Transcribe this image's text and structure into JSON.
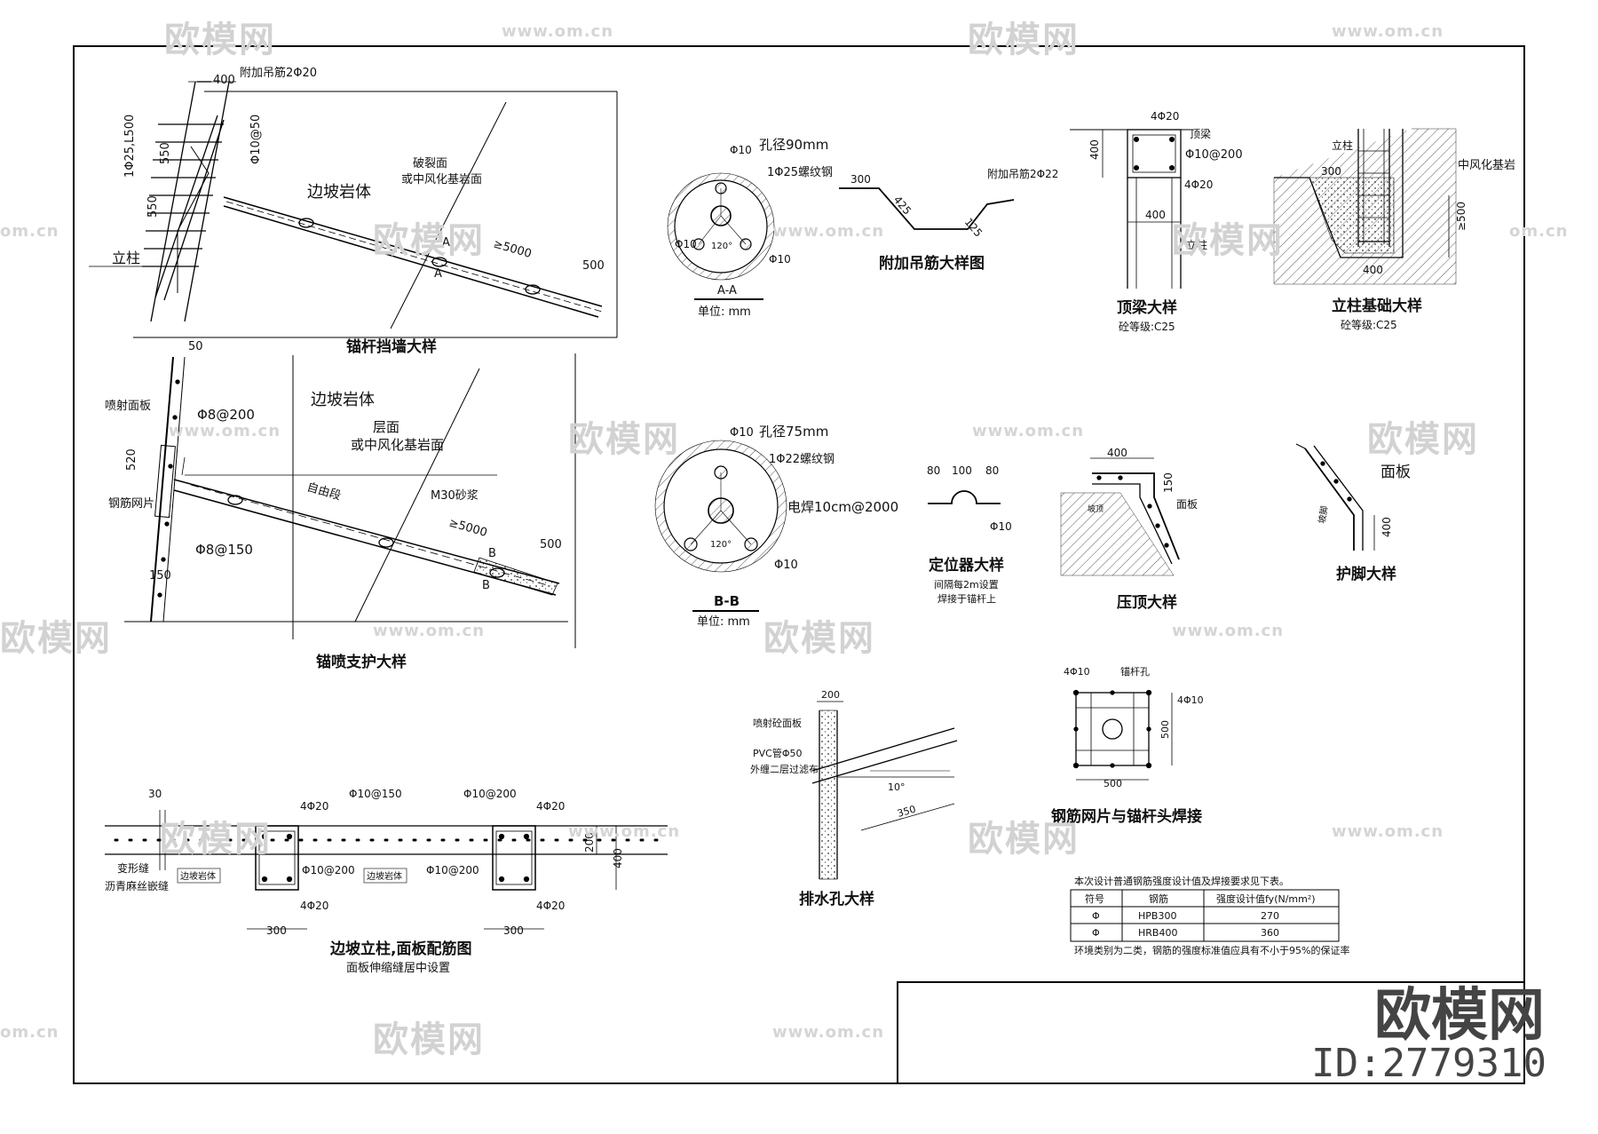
{
  "watermark": {
    "brand": "欧模网",
    "url": "www.om.cn",
    "url_short": "om.cn",
    "id": "ID:2779310"
  },
  "anchor_wall": {
    "title": "锚杆挡墙大样",
    "dim_400": "400",
    "extra_rebar": "附加吊筋2Φ20",
    "vertical_rebar": "1Φ25,L500",
    "stirrup": "Φ10@50",
    "dim_550a": "550",
    "dim_550b": "550",
    "rock_body": "边坡岩体",
    "fracture_1": "破裂面",
    "fracture_2": "或中风化基岩面",
    "column": "立柱",
    "len": "≥5000",
    "dim_500": "500",
    "sec": "A"
  },
  "anchor_spray": {
    "title": "锚喷支护大样",
    "dim_50": "50",
    "spray_panel": "喷射面板",
    "rebar_top": "Φ8@200",
    "rock_body": "边坡岩体",
    "layer_1": "层面",
    "layer_2": "或中风化基岩面",
    "free": "自由段",
    "mortar": "M30砂浆",
    "dim_520": "520",
    "mesh": "钢筋网片",
    "rebar_mid": "Φ8@150",
    "len": "≥5000",
    "dim_500": "500",
    "dim_150": "150",
    "sec": "B"
  },
  "sec_aa": {
    "phi10_top": "Φ10",
    "hole": "孔径90mm",
    "bar": "1Φ25螺纹钢",
    "phi10_left": "Φ10",
    "phi10_right": "Φ10",
    "angle": "120°",
    "title": "A-A",
    "unit": "单位: mm"
  },
  "extra_bar": {
    "title": "附加吊筋大样图",
    "dim_300": "300",
    "dim_425": "425",
    "dim_125": "125",
    "label": "附加吊筋2Φ22"
  },
  "top_beam": {
    "title": "顶梁大样",
    "grade": "砼等级:C25",
    "top": "4Φ20",
    "beam": "顶梁",
    "stirrup": "Φ10@200",
    "bottom": "4Φ20",
    "dim_400v": "400",
    "dim_400h": "400",
    "column": "立柱"
  },
  "col_found": {
    "title": "立柱基础大样",
    "grade": "砼等级:C25",
    "column": "立柱",
    "dim_300": "300",
    "rock": "中风化基岩",
    "dim_500": "≥500",
    "dim_400": "400"
  },
  "sec_bb": {
    "phi10_top": "Φ10",
    "hole": "孔径75mm",
    "bar": "1Φ22螺纹钢",
    "weld": "电焊10cm@2000",
    "angle": "120°",
    "phi10": "Φ10",
    "title": "B-B",
    "unit": "单位: mm"
  },
  "locator": {
    "title": "定位器大样",
    "d80a": "80",
    "d100": "100",
    "d80b": "80",
    "phi": "Φ10",
    "note1": "间隔每2m设置",
    "note2": "焊接于锚杆上"
  },
  "top_press": {
    "title": "压顶大样",
    "dim_400": "400",
    "dim_150": "150",
    "panel": "面板",
    "slope": "坡顶"
  },
  "toe": {
    "title": "护脚大样",
    "panel": "面板",
    "dim_400": "400",
    "slope": "坡脚"
  },
  "drain": {
    "title": "排水孔大样",
    "dim_200": "200",
    "spray": "喷射砼面板",
    "pvc": "PVC管Φ50",
    "wrap": "外缠二层过滤布",
    "angle": "10°",
    "dim_350": "350"
  },
  "mesh_weld": {
    "title": "钢筋网片与锚杆头焊接",
    "rebar_top": "4Φ10",
    "hole": "锚杆孔",
    "rebar_side": "4Φ10",
    "dim_500v": "500",
    "dim_500h": "500"
  },
  "column_panel": {
    "title": "边坡立柱,面板配筋图",
    "subtitle": "面板伸缩缝居中设置",
    "dim_30": "30",
    "r_10_150": "Φ10@150",
    "r_10_200": "Φ10@200",
    "r_4_20a": "4Φ20",
    "r_4_20b": "4Φ20",
    "dim_200": "200",
    "dim_400": "400",
    "deform": "变形缝",
    "asphalt": "沥青麻丝嵌缝",
    "rock_a": "边坡岩体",
    "r_10_200c": "Φ10@200",
    "rock_b": "边坡岩体",
    "r_10_200d": "Φ10@200",
    "r_4_20c": "4Φ20",
    "r_4_20d": "4Φ20",
    "dim_300a": "300",
    "dim_300b": "300"
  },
  "steel_table": {
    "caption": "本次设计普通钢筋强度设计值及焊接要求见下表。",
    "headers": [
      "符号",
      "钢筋",
      "强度设计值fy(N/mm²)"
    ],
    "rows": [
      [
        "Φ",
        "HPB300",
        "270"
      ],
      [
        "Φ",
        "HRB400",
        "360"
      ]
    ],
    "note": "环境类别为二类，钢筋的强度标准值应具有不小于95%的保证率"
  }
}
